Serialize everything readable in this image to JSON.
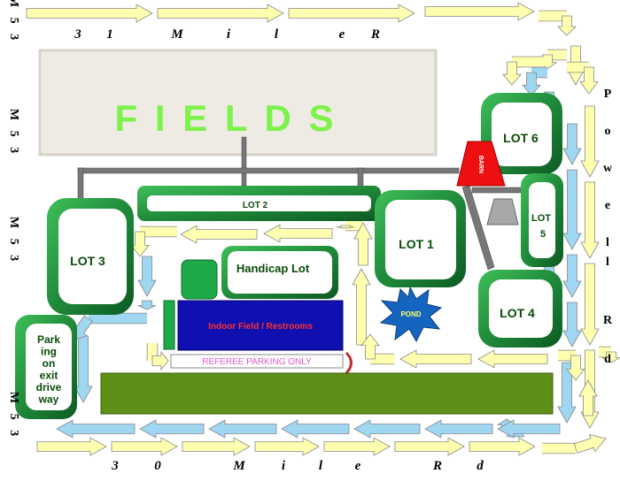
{
  "roads": {
    "north": "3 1 M i l e R d",
    "south": "3 0 M i l e R d",
    "east": "P o w e l l R d",
    "west": "M 5 3"
  },
  "fields_label": "F I E L D S",
  "lots": {
    "lot1": "LOT 1",
    "lot2": "LOT 2",
    "lot3": "LOT 3",
    "lot4": "LOT 4",
    "lot5a": "LOT",
    "lot5b": "5",
    "lot6": "LOT 6"
  },
  "barn": "BARN",
  "pond": "POND",
  "handicap": "Handicap Lot",
  "indoor": "Indoor Field / Restrooms",
  "referee": "REFEREE PARKING ONLY",
  "parking_exit": [
    "Park",
    "ing",
    "on",
    "exit",
    "drive",
    "way"
  ],
  "colors": {
    "arrow_yellow": "#ffffb0",
    "arrow_blue": "#9fd6f2",
    "lot_green": "#1f8a3a",
    "fields_text": "#7cf24a",
    "fields_bg": "#eeebe4",
    "grass": "#5f8f16",
    "indoor": "#1010b0",
    "barn": "#ee1010",
    "pond": "#1565c0"
  }
}
